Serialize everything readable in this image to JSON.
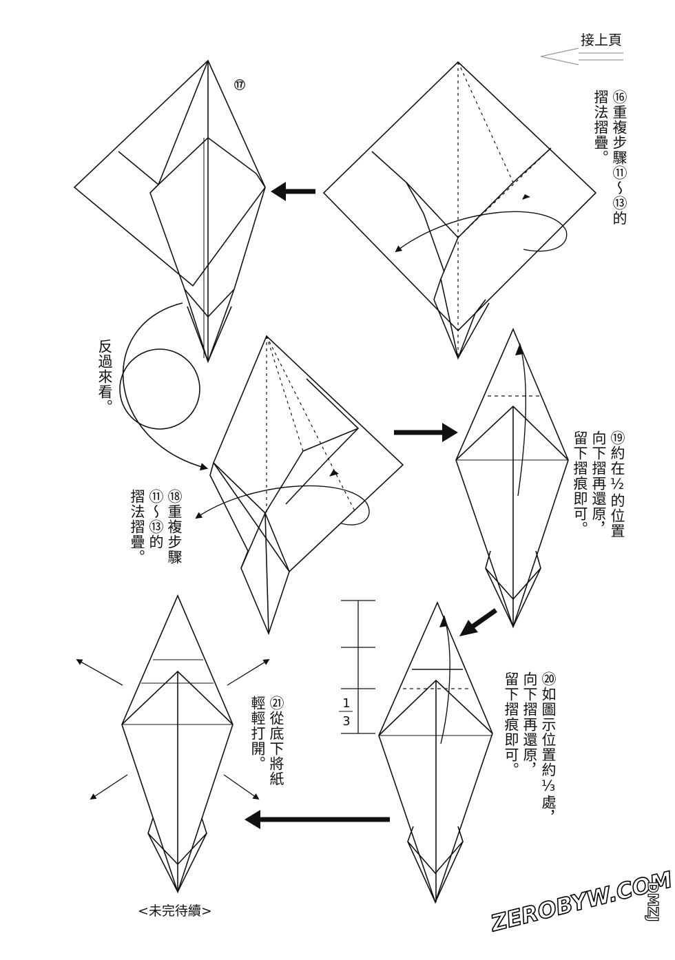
{
  "header": {
    "continue_label": "接上頁"
  },
  "steps": {
    "s16": {
      "num": "⑯",
      "text": "重複步驟⑪～⑬的\n摺法摺疊。"
    },
    "s17": {
      "num": "⑰"
    },
    "s18": {
      "num": "⑱",
      "text": "重複步驟\n⑪～⑬的\n摺法摺疊。"
    },
    "s19": {
      "num": "⑲",
      "text": "約在½的位置\n向下摺再還原，\n留下摺痕即可。"
    },
    "s20": {
      "num": "⑳",
      "text": "如圖示位置約⅓處，\n向下摺再還原，\n留下摺痕即可。"
    },
    "s21": {
      "num": "㉑",
      "text": "從底下將紙\n輕輕打開。"
    }
  },
  "flip_label": "反過來看。",
  "fraction": {
    "num": "1",
    "den": "3"
  },
  "footer": {
    "to_be_continued": "<未完待續>"
  },
  "watermark": {
    "main": "ZEROBYW.COM",
    "side": "DMZJ"
  }
}
